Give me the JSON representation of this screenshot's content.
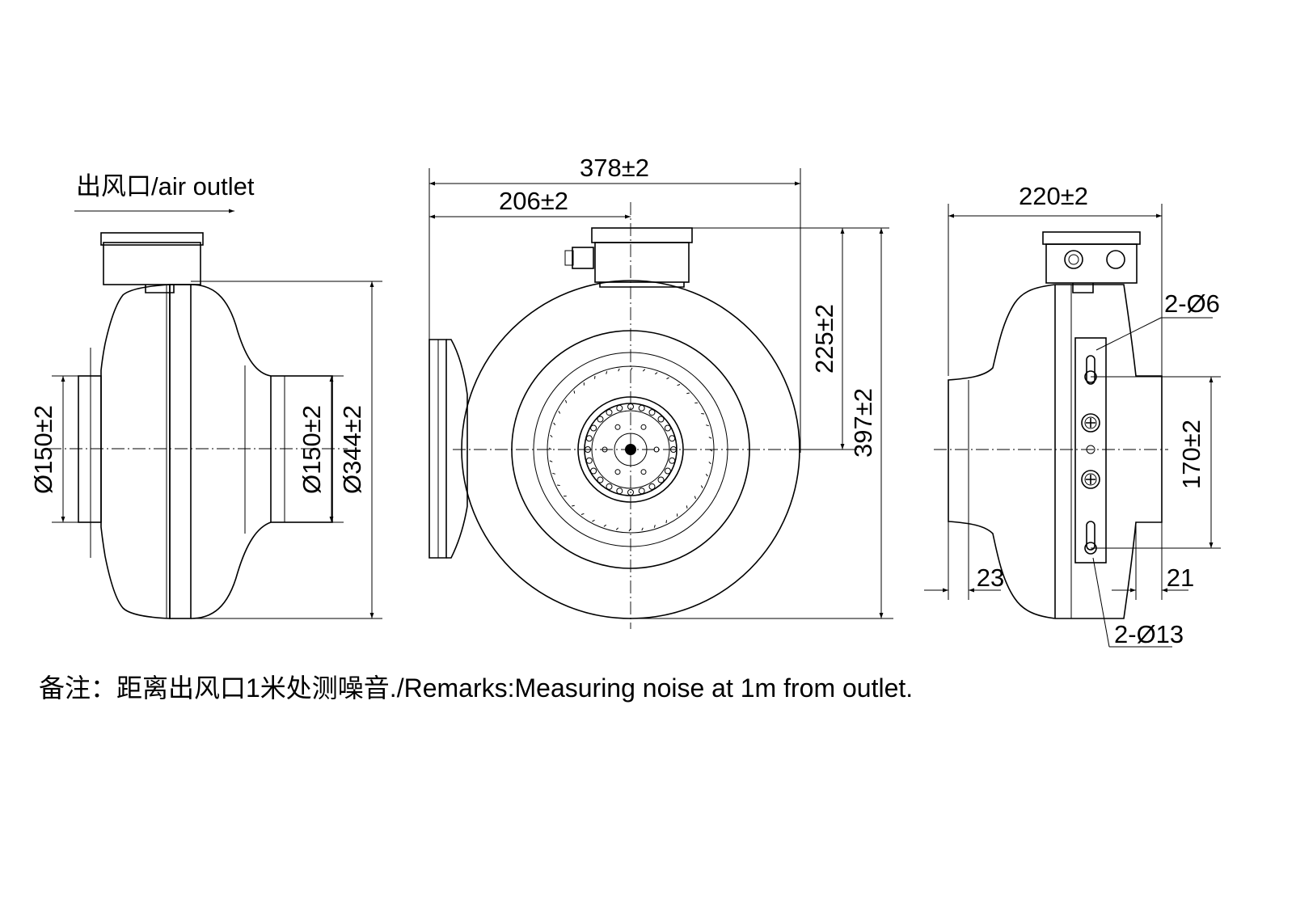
{
  "labels": {
    "air_outlet": "出风口/air outlet",
    "dim_378": "378±2",
    "dim_206": "206±2",
    "dim_220": "220±2",
    "dim_225": "225±2",
    "dim_397": "397±2",
    "dim_d150_left": "Ø150±2",
    "dim_d150_right": "Ø150±2",
    "dim_d344": "Ø344±2",
    "dim_170": "170±2",
    "dim_2x6": "2-Ø6",
    "dim_2x13": "2-Ø13",
    "dim_23": "23",
    "dim_21": "21"
  },
  "remark": "备注：距离出风口1米处测噪音./Remarks:Measuring noise at 1m from outlet."
}
